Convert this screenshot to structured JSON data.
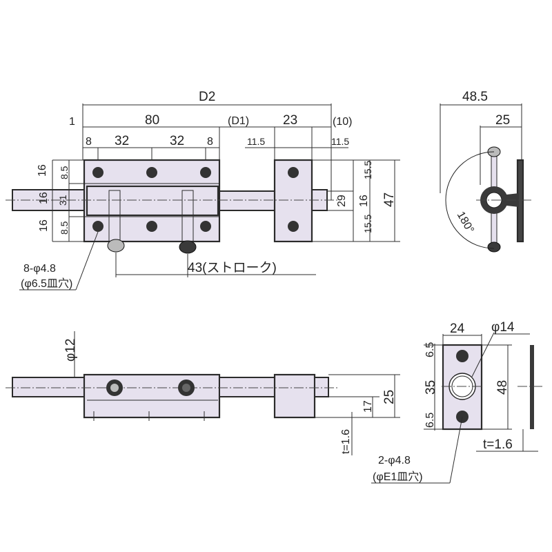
{
  "front_view": {
    "dims_top": {
      "D2": "D2",
      "one": "1",
      "d80": "80",
      "D1": "(D1)",
      "d23": "23",
      "d10": "(10)",
      "d8a": "8",
      "d32a": "32",
      "d32b": "32",
      "d8b": "8",
      "d11_5a": "11.5",
      "d11_5b": "11.5"
    },
    "dims_left": {
      "d16a": "16",
      "d8_5a": "8.5",
      "d16b": "16",
      "d31": "31",
      "d16c": "16",
      "d8_5b": "8.5"
    },
    "dims_right": {
      "d15_5a": "15.5",
      "d29": "29",
      "d16": "16",
      "d15_5b": "15.5",
      "d47": "47"
    },
    "stroke": "43(ストローク)",
    "holes_note_1": "8-φ4.8",
    "holes_note_2": "(φ6.5皿穴)"
  },
  "side_view": {
    "d48_5": "48.5",
    "d25": "25",
    "angle": "180°"
  },
  "bottom_view": {
    "phi12": "φ12",
    "d17": "17",
    "d25": "25",
    "t": "t=1.6"
  },
  "strike_view": {
    "d24": "24",
    "phi14": "φ14",
    "d6_5a": "6.5",
    "d35": "35",
    "d6_5b": "6.5",
    "d48": "48",
    "t": "t=1.6",
    "note_1": "2-φ4.8",
    "note_2": "(φE1皿穴)"
  },
  "colors": {
    "part_fill": "#e6e1ee",
    "outline": "#2b2b2b"
  }
}
